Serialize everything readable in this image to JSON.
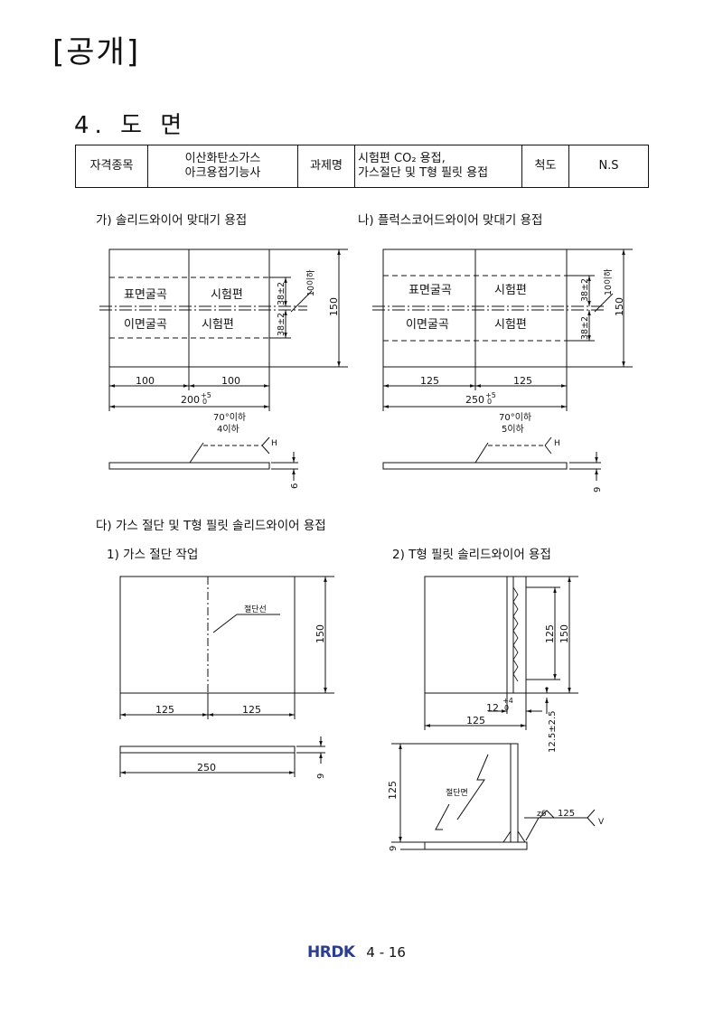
{
  "header": {
    "public_label": "[공개]",
    "section_title": "4. 도 면"
  },
  "info_table": {
    "qual_label": "자격종목",
    "qual_value_line1": "이산화탄소가스",
    "qual_value_line2": "아크용접기능사",
    "task_label": "과제명",
    "task_value_line1": "시험편 CO₂ 용접,",
    "task_value_line2": "가스절단 및 T형 필릿 용접",
    "scale_label": "척도",
    "scale_value": "N.S"
  },
  "sections": {
    "ga": "가) 솔리드와이어 맞대기 용접",
    "na": "나) 플럭스코어드와이어 맞대기 용접",
    "da": "다) 가스 절단 및 T형 필릿 솔리드와이어 용접",
    "da1": "1) 가스 절단 작업",
    "da2": "2) T형 필릿 솔리드와이어 용접"
  },
  "labels": {
    "surface_bend": "표면굴곡",
    "back_bend": "이면굴곡",
    "specimen": "시험편",
    "cut_line": "절단선",
    "cut_face": "절단면"
  },
  "dims": {
    "d100": "100",
    "d125": "125",
    "d150": "150",
    "d250": "250",
    "d200tol": "200",
    "d250tol": "250",
    "tol_upper": "+5",
    "tol_lower": "0",
    "d38": "38±2",
    "d10_below": "10이하",
    "angle": "70°이하",
    "root4": "4이하",
    "root5": "5이하",
    "weld_h": "H",
    "weld_v": "V",
    "thk": "6",
    "thk9": "9",
    "d12": "12",
    "d12_tol_up": "+4",
    "d12_tol_lo": "0",
    "d125_25": "12.5±2.5",
    "fillet": "z6",
    "fillet_len": "125"
  },
  "footer": {
    "logo": "HRDK",
    "page": "4 - 16"
  }
}
